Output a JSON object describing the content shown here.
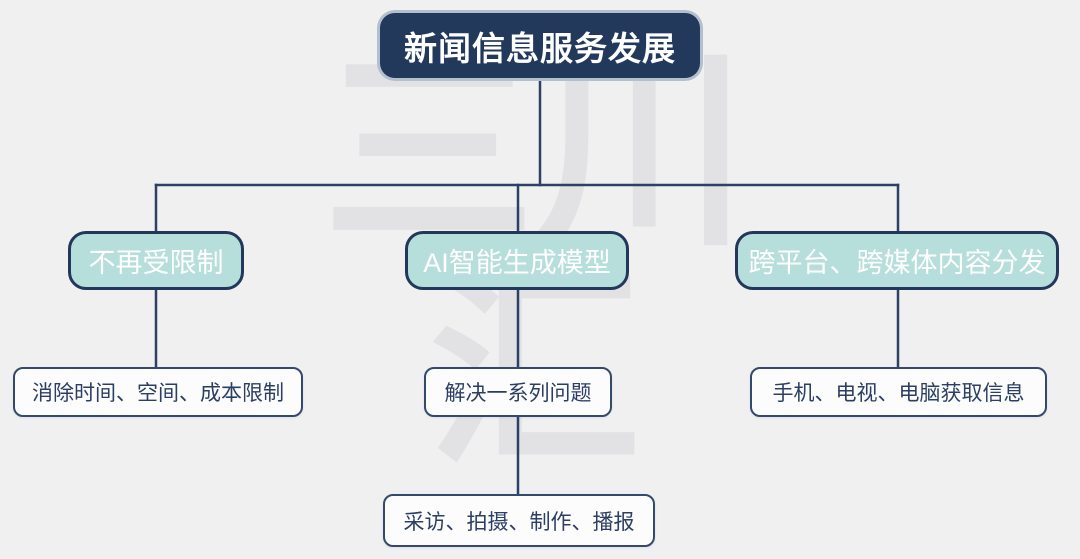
{
  "title": "新闻信息服务发展",
  "watermark": {
    "text": "三川\n汇"
  },
  "branches": [
    {
      "label": "不再受限制",
      "detail": "消除时间、空间、成本限制"
    },
    {
      "label": "AI智能生成模型",
      "detail": "解决一系列问题",
      "detail2": "采访、拍摄、制作、播报"
    },
    {
      "label": "跨平台、跨媒体内容分发",
      "detail": "手机、电视、电脑获取信息"
    }
  ],
  "colors": {
    "background": "#f0f0f1",
    "root_fill": "#22395b",
    "root_ring": "#b3bfce",
    "line_navy": "#2c4164",
    "teal_fill": "#b6dedb",
    "teal_border": "#22375a",
    "leaf_bg": "#fcfcfd",
    "leaf_border": "#35496d",
    "leaf_text": "#2b3f63",
    "watermark_gray": "#e2e2e5",
    "text_light": "#ffffff"
  }
}
